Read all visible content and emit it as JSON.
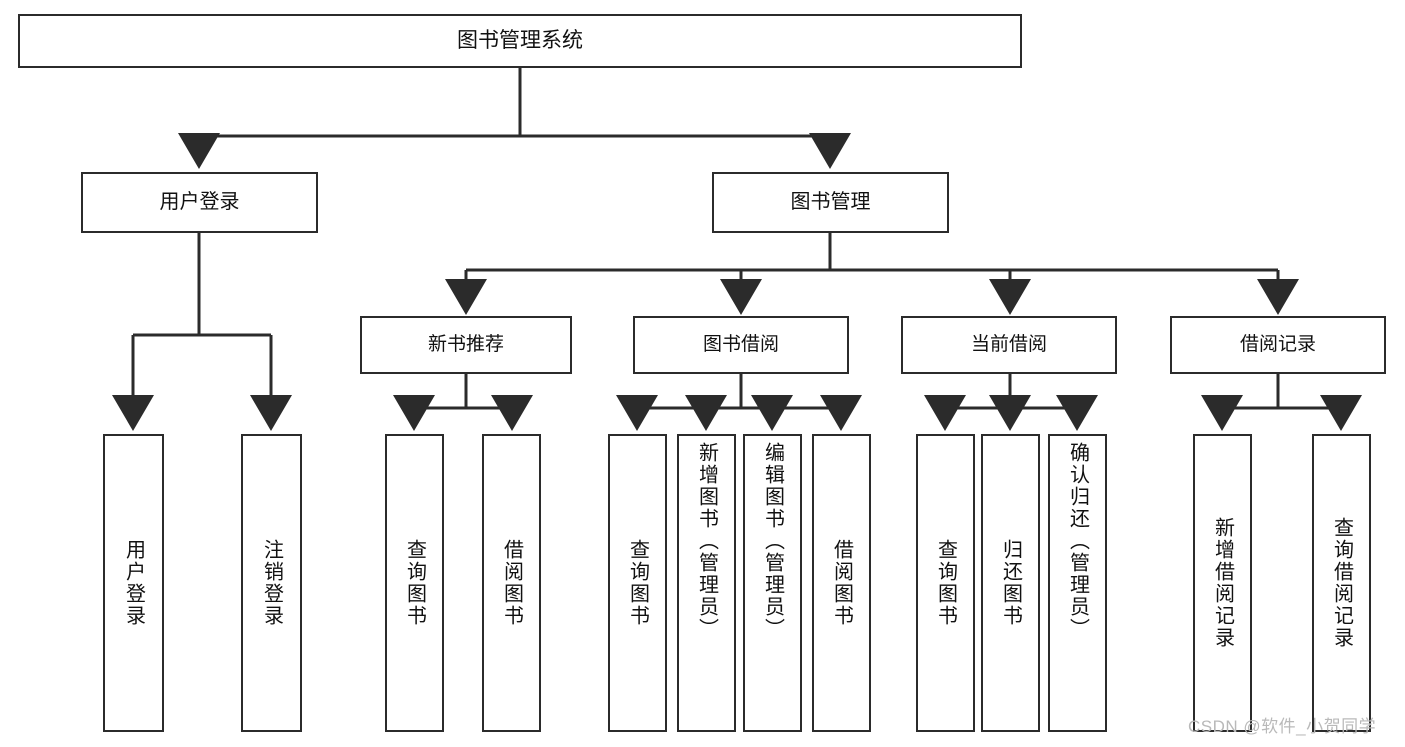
{
  "diagram": {
    "title_text": "图书管理系统",
    "watermark": "CSDN @软件_小贺同学",
    "line_color": "#2b2b2b",
    "box_fill": "#ffffff",
    "background": "#ffffff",
    "nodes": {
      "root": "图书管理系统",
      "level1": [
        {
          "id": "user-login",
          "label": "用户登录"
        },
        {
          "id": "book-manage",
          "label": "图书管理"
        }
      ],
      "level2": [
        {
          "id": "new-book-recommend",
          "label": "新书推荐"
        },
        {
          "id": "book-borrow",
          "label": "图书借阅"
        },
        {
          "id": "current-borrow",
          "label": "当前借阅"
        },
        {
          "id": "borrow-record",
          "label": "借阅记录"
        }
      ],
      "leaves": {
        "user_login": [
          {
            "id": "leaf-user-login",
            "label": "用户登录"
          },
          {
            "id": "leaf-logout-login",
            "label": "注销登录"
          }
        ],
        "new_book_recommend": [
          {
            "id": "leaf-query-book-1",
            "label": "查询图书"
          },
          {
            "id": "leaf-borrow-book-1",
            "label": "借阅图书"
          }
        ],
        "book_borrow": [
          {
            "id": "leaf-query-book-2",
            "label": "查询图书"
          },
          {
            "id": "leaf-add-book",
            "label": "新增图书（管理员）"
          },
          {
            "id": "leaf-edit-book",
            "label": "编辑图书（管理员）"
          },
          {
            "id": "leaf-borrow-book-2",
            "label": "借阅图书"
          }
        ],
        "current_borrow": [
          {
            "id": "leaf-query-book-3",
            "label": "查询图书"
          },
          {
            "id": "leaf-return-book",
            "label": "归还图书"
          },
          {
            "id": "leaf-confirm-return",
            "label": "确认归还（管理员）"
          }
        ],
        "borrow_record": [
          {
            "id": "leaf-add-record",
            "label": "新增借阅记录"
          },
          {
            "id": "leaf-query-record",
            "label": "查询借阅记录"
          }
        ]
      }
    }
  }
}
